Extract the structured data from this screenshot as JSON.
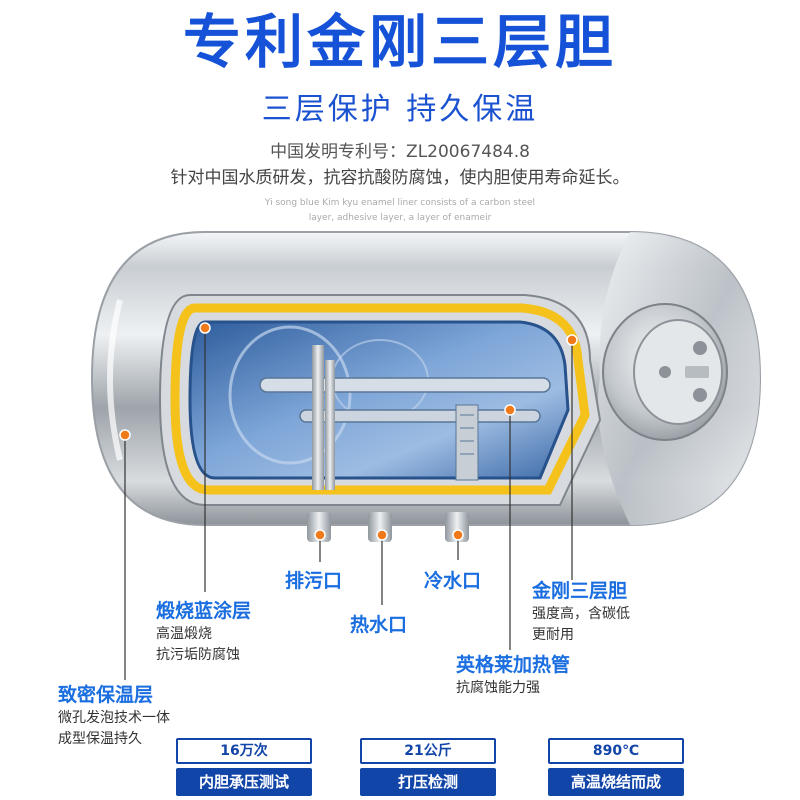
{
  "header": {
    "title": "专利金刚三层胆",
    "subtitle": "三层保护  持久保温",
    "patent": "中国发明专利号：ZL20067484.8",
    "description": "针对中国水质研发，抗容抗酸防腐蚀，使内胆使用寿命延长。",
    "english_line1": "Yi song blue Kim kyu enamel liner consists of a carbon steel",
    "english_line2": "layer, adhesive layer, a layer of enameir"
  },
  "labels": {
    "drain": "排污口",
    "cold_water": "冷水口",
    "hot_water": "热水口",
    "tank": {
      "title": "金刚三层胆",
      "line1": "强度高，含碳低",
      "line2": "更耐用"
    },
    "coating": {
      "title": "煅烧蓝涂层",
      "line1": "高温煅烧",
      "line2": "抗污垢防腐蚀"
    },
    "heater": {
      "title": "英格莱加热管",
      "line1": "抗腐蚀能力强"
    },
    "insulation": {
      "title": "致密保温层",
      "line1": "微孔发泡技术一体",
      "line2": "成型保温持久"
    }
  },
  "badges": [
    {
      "top": "16万次",
      "bottom": "内胆承压测试"
    },
    {
      "top": "21公斤",
      "bottom": "打压检测"
    },
    {
      "top": "890℃",
      "bottom": "高温烧结而成"
    }
  ],
  "colors": {
    "title_blue": "#1552d8",
    "label_blue": "#1a6ee0",
    "badge_blue": "#1245a8",
    "marker_orange": "#f07a1a",
    "coating_yellow": "#f5c21b"
  }
}
